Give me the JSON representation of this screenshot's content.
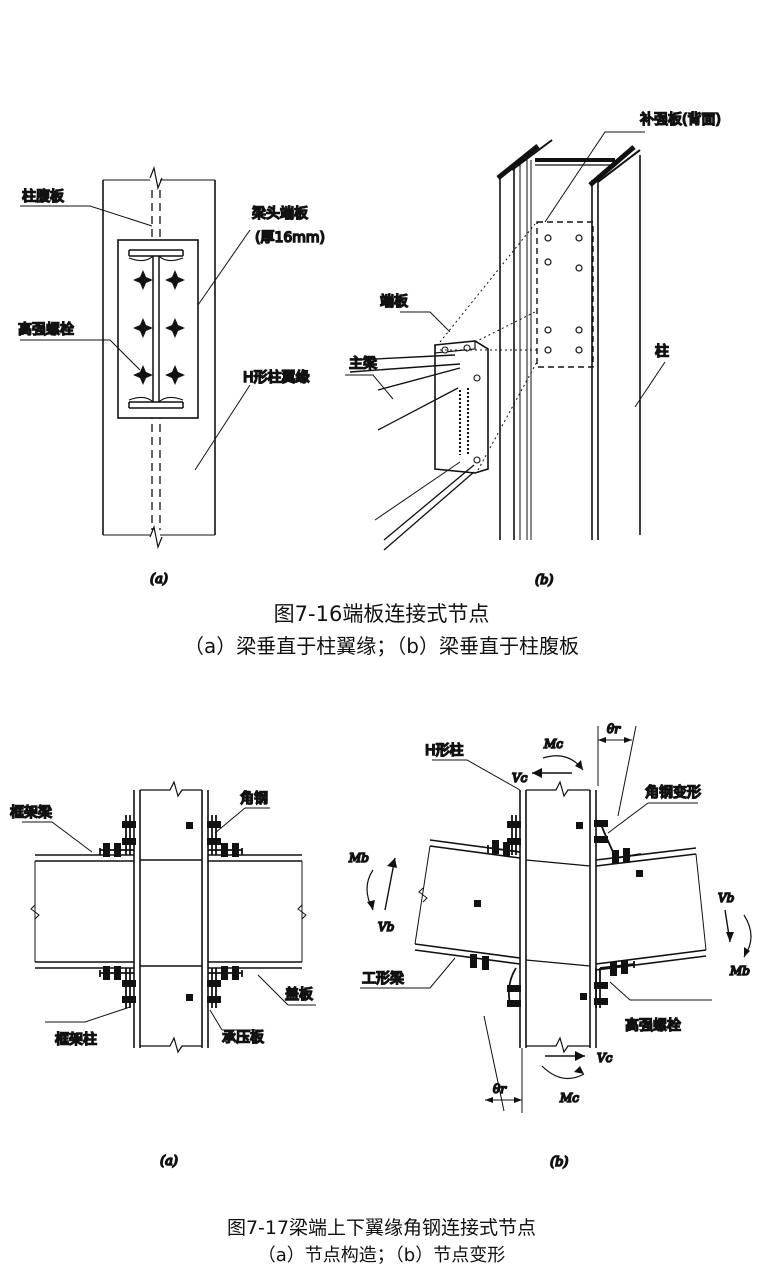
{
  "fig716": {
    "a": {
      "sublabel": "(a)",
      "labels": {
        "column_web": "柱腹板",
        "end_plate": "梁头端板",
        "end_plate_thk": "(厚16mm)",
        "hs_bolt": "高强螺栓",
        "h_flange": "H形柱翼缘"
      }
    },
    "b": {
      "sublabel": "(b)",
      "labels": {
        "stiffener": "补强板(背面)",
        "end_plate": "端板",
        "main_beam": "主梁",
        "column": "柱"
      }
    },
    "caption_title": "图7-16端板连接式节点",
    "caption_sub": "（a）梁垂直于柱翼缘；（b）梁垂直于柱腹板"
  },
  "fig717": {
    "a": {
      "sublabel": "(a)",
      "labels": {
        "frame_beam": "框架梁",
        "angle": "角钢",
        "cover_plate": "盖板",
        "frame_column": "框架柱",
        "bearing_plate": "承压板"
      }
    },
    "b": {
      "sublabel": "(b)",
      "labels": {
        "h_column": "H形柱",
        "angle_deform": "角钢变形",
        "i_beam": "工形梁",
        "hs_bolt": "高强螺栓",
        "theta_top": "θr",
        "theta_bot": "θr",
        "mc_top": "Mc",
        "vc_top": "Vc",
        "mb_left": "Mb",
        "vb_left": "Vb",
        "vb_right": "Vb",
        "mb_right": "Mb",
        "vc_bot": "Vc",
        "mc_bot": "Mc"
      }
    },
    "caption_title": "图7-17梁端上下翼缘角钢连接式节点",
    "caption_sub": "（a）节点构造；（b）节点变形"
  }
}
